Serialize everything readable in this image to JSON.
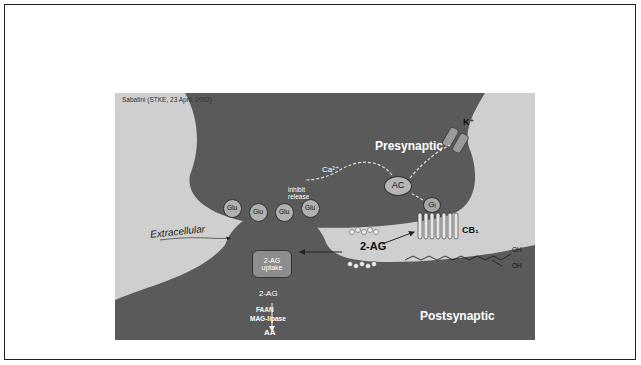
{
  "diagram": {
    "nodes": [
      {
        "text": [
          "AC"
        ]
      },
      {
        "text": [
          "Gᵢ"
        ]
      },
      {
        "text": [
          "Glu"
        ]
      },
      {
        "text": [
          "Glu"
        ]
      },
      {
        "text": [
          "Glu"
        ]
      },
      {
        "text": [
          "Glu"
        ]
      },
      {
        "text": [
          "2-AG uptake"
        ]
      }
    ],
    "edges": [
      {
        "from": 1,
        "to": 0,
        "arrow": "none"
      }
    ],
    "labels": [
      "Sabatini (STKE, 23 April, 2002)",
      "Presynaptic",
      "K⁺",
      "Ca²⁺",
      "inhibit release",
      "Extracellular",
      "CB₁",
      "2-AG",
      "OH",
      "OH",
      "2-AG",
      "FAAN",
      "MAG-lipase",
      "AA",
      "Postsynaptic"
    ]
  }
}
